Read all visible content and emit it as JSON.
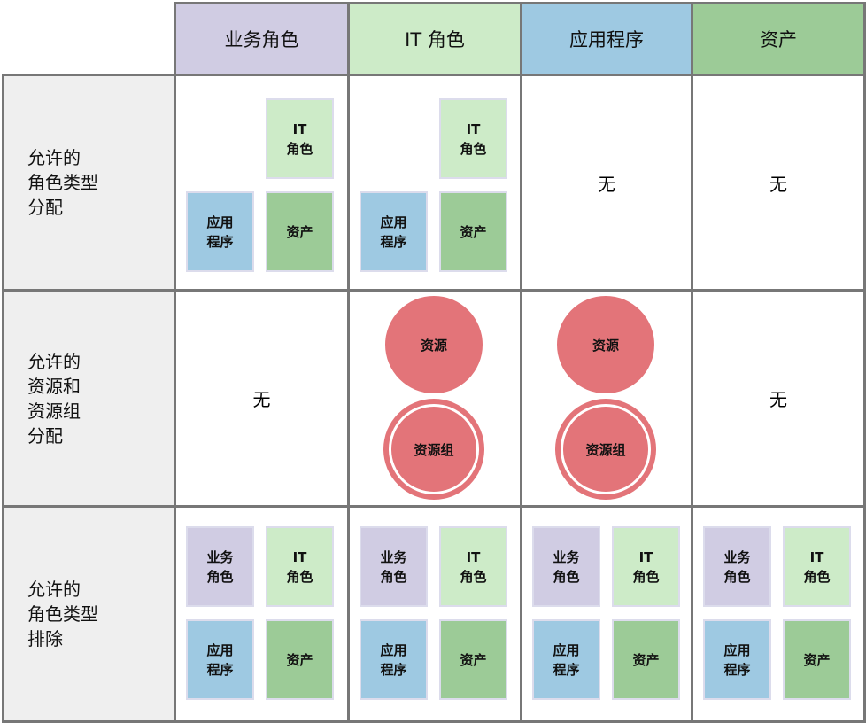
{
  "columns": [
    {
      "label": "业务角色",
      "color": "#d0cce3"
    },
    {
      "label": "IT 角色",
      "color": "#cdebc8"
    },
    {
      "label": "应用程序",
      "color": "#9ec9e2"
    },
    {
      "label": "资产",
      "color": "#9ccb97"
    }
  ],
  "types": {
    "business": {
      "label": "业务\n角色",
      "color": "#d0cce3"
    },
    "it": {
      "label": "IT\n角色",
      "color": "#cdebc8"
    },
    "app": {
      "label": "应用\n程序",
      "color": "#9ec9e2"
    },
    "asset": {
      "label": "资产",
      "color": "#9ccb97"
    }
  },
  "none_label": "无",
  "resource_label": "资源",
  "resource_group_label": "资源组",
  "resource_color": "#e37479",
  "rows": [
    {
      "label": "允许的\n角色类型\n分配",
      "cells": [
        {
          "kind": "boxes",
          "items": [
            null,
            "it",
            "app",
            "asset"
          ]
        },
        {
          "kind": "boxes",
          "items": [
            null,
            "it",
            "app",
            "asset"
          ]
        },
        {
          "kind": "none"
        },
        {
          "kind": "none"
        }
      ]
    },
    {
      "label": "允许的\n资源和\n资源组\n分配",
      "cells": [
        {
          "kind": "none"
        },
        {
          "kind": "resources"
        },
        {
          "kind": "resources"
        },
        {
          "kind": "none"
        }
      ]
    },
    {
      "label": "允许的\n角色类型\n排除",
      "cells": [
        {
          "kind": "boxes",
          "items": [
            "business",
            "it",
            "app",
            "asset"
          ]
        },
        {
          "kind": "boxes",
          "items": [
            "business",
            "it",
            "app",
            "asset"
          ]
        },
        {
          "kind": "boxes",
          "items": [
            "business",
            "it",
            "app",
            "asset"
          ]
        },
        {
          "kind": "boxes",
          "items": [
            "business",
            "it",
            "app",
            "asset"
          ]
        }
      ]
    }
  ]
}
